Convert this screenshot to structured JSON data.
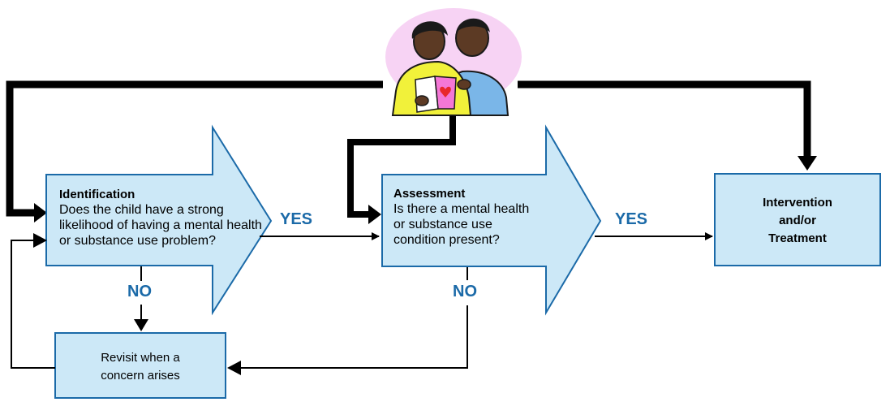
{
  "nodes": {
    "identification": {
      "title": "Identification",
      "text": "Does the child have a strong likelihood of having a mental health or substance use problem?"
    },
    "assessment": {
      "title": "Assessment",
      "text": "Is there a mental health or substance use condition present?"
    },
    "treatment": {
      "text": "Intervention and/or Treatment"
    },
    "revisit": {
      "text": "Revisit when a concern arises"
    }
  },
  "edges": {
    "id_yes": "YES",
    "id_no": "NO",
    "assess_yes": "YES",
    "assess_no": "NO"
  },
  "colors": {
    "box_fill": "#cce8f7",
    "box_stroke": "#1b6aa8",
    "label": "#1b6aa8",
    "connector": "#000000",
    "halo": "#f7d3f4"
  },
  "icons": [
    "parents-reading-card-clipart",
    "heart-icon"
  ]
}
